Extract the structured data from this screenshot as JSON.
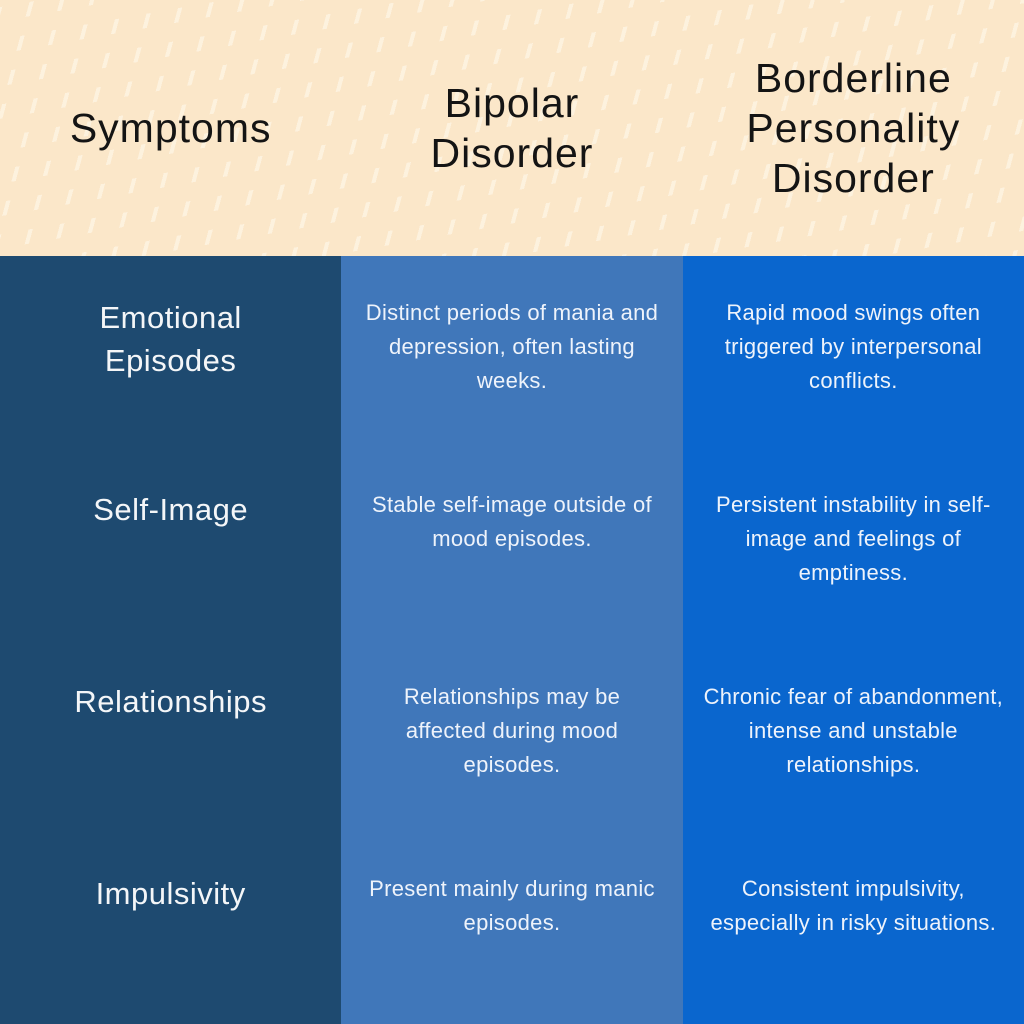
{
  "header": {
    "columns": [
      "Symptoms",
      "Bipolar Disorder",
      "Borderline Personality Disorder"
    ]
  },
  "rows": [
    {
      "symptom": "Emotional Episodes",
      "bipolar": "Distinct periods of mania and depression, often lasting weeks.",
      "borderline": "Rapid mood swings often triggered by interpersonal conflicts."
    },
    {
      "symptom": "Self-Image",
      "bipolar": "Stable self-image outside of mood episodes.",
      "borderline": "Persistent instability in self-image and feelings of emptiness."
    },
    {
      "symptom": "Relationships",
      "bipolar": "Relationships may be affected during mood episodes.",
      "borderline": "Chronic fear of abandonment, intense and unstable relationships."
    },
    {
      "symptom": "Impulsivity",
      "bipolar": "Present mainly during manic episodes.",
      "borderline": "Consistent impulsivity, especially in risky situations."
    }
  ],
  "colors": {
    "header-bg": "#fbe7c9",
    "header-texture": "#fdf2de",
    "header-text": "#141414",
    "col-symptom-bg": "#1e4a70",
    "col-bipolar-bg": "#4077ba",
    "col-borderline-bg": "#0a66ce",
    "label-text": "#f4f6f8",
    "body-text": "#eef3fb"
  }
}
